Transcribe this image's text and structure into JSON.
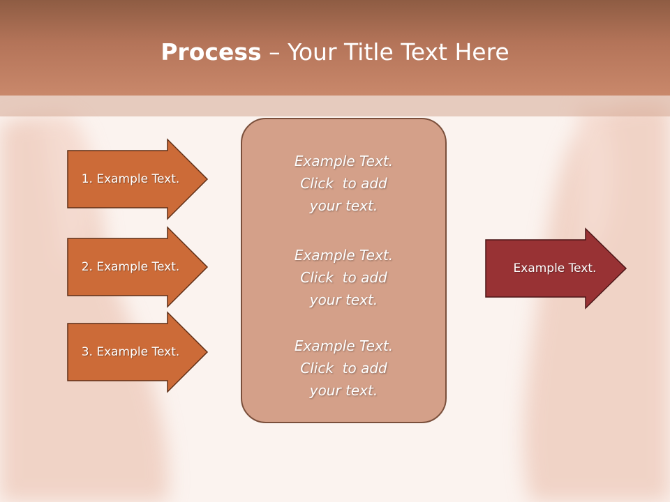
{
  "title": {
    "bold": "Process",
    "rest": " – Your Title Text Here"
  },
  "steps": [
    {
      "label": "1. Example Text."
    },
    {
      "label": "2. Example Text."
    },
    {
      "label": "3. Example Text."
    }
  ],
  "center_items": [
    {
      "line1": "Example Text.",
      "line2": "Click  to add",
      "line3": "your text."
    },
    {
      "line1": "Example Text.",
      "line2": "Click  to add",
      "line3": "your text."
    },
    {
      "line1": "Example Text.",
      "line2": "Click  to add",
      "line3": "your text."
    }
  ],
  "result": {
    "label": "Example Text."
  },
  "colors": {
    "step_arrow": "#cc6b38",
    "result_arrow": "#983234",
    "center_box": "#d4a089",
    "header": "#b47459"
  }
}
